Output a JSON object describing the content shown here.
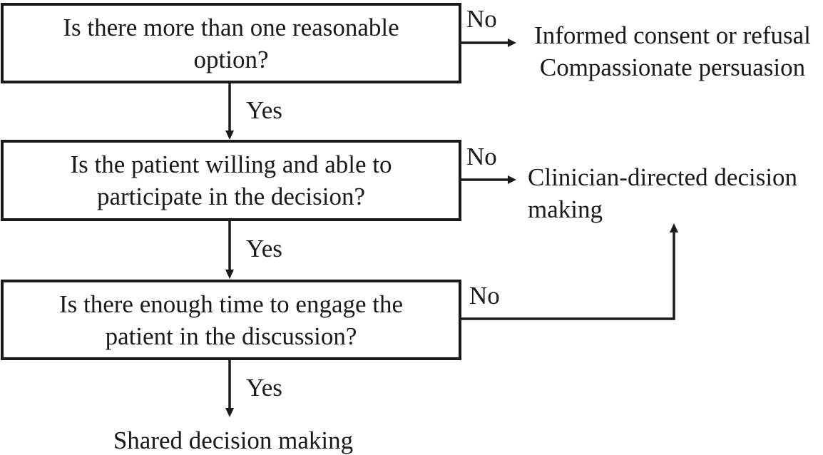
{
  "flowchart": {
    "questions": [
      {
        "line1": "Is there more than one reasonable",
        "line2": "option?"
      },
      {
        "line1": "Is the patient willing and able to",
        "line2": "participate in the decision?"
      },
      {
        "line1": "Is there enough time to engage the",
        "line2": "patient in the discussion?"
      }
    ],
    "branch_labels": {
      "q1_no": "No",
      "q1_yes": "Yes",
      "q2_no": "No",
      "q2_yes": "Yes",
      "q3_no": "No",
      "q3_yes": "Yes"
    },
    "outcomes": {
      "informed_consent": {
        "line1": "Informed consent or refusal",
        "line2": "Compassionate persuasion"
      },
      "clinician_directed": {
        "line1": "Clinician-directed decision",
        "line2": "making"
      },
      "shared_decision": "Shared decision making"
    },
    "colors": {
      "ink": "#1a1a1a",
      "background": "#ffffff"
    }
  }
}
